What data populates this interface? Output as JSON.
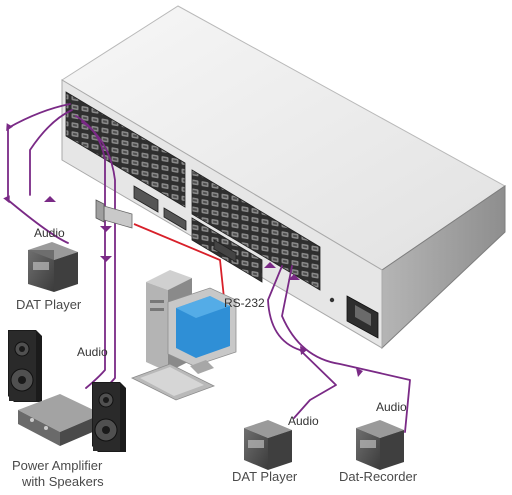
{
  "labels": {
    "audio_dat_left": "Audio",
    "dat_player_left": "DAT Player",
    "audio_amp": "Audio",
    "power_amp_line1": "Power Amplifier",
    "power_amp_line2": "with Speakers",
    "rs232": "RS-232",
    "audio_dat_bottom": "Audio",
    "dat_player_bottom": "DAT Player",
    "audio_recorder": "Audio",
    "dat_recorder": "Dat-Recorder"
  },
  "colors": {
    "audio_cable": "#7a2a86",
    "rs232_cable": "#d8202a",
    "chassis_top": "#f2f2f2",
    "chassis_side": "#9d9d9d",
    "chassis_front": "#e7e7e7",
    "connector_panel": "#3d3d3d"
  },
  "icons": {
    "matrix_switcher": "matrix-switcher-icon",
    "dat_player": "dat-player-icon",
    "power_amplifier": "power-amplifier-icon",
    "speaker": "speaker-icon",
    "computer": "computer-icon",
    "dat_recorder": "dat-recorder-icon",
    "rs232_connector": "db9-connector-icon",
    "power_inlet": "power-inlet-icon"
  }
}
